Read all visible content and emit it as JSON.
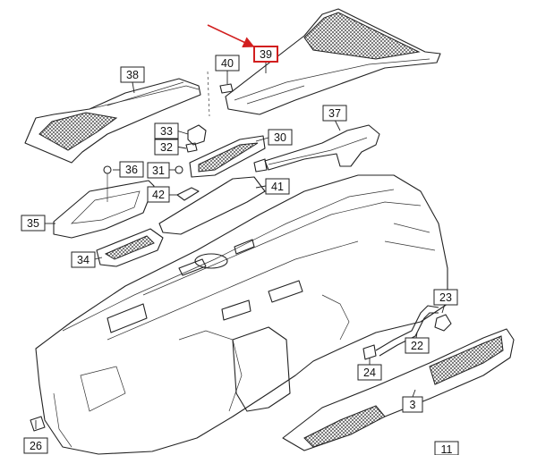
{
  "diagram": {
    "highlight_color": "#d21f1f",
    "callouts": [
      {
        "id": "39",
        "highlighted": true
      },
      {
        "id": "40"
      },
      {
        "id": "38"
      },
      {
        "id": "37"
      },
      {
        "id": "33"
      },
      {
        "id": "30"
      },
      {
        "id": "32"
      },
      {
        "id": "36"
      },
      {
        "id": "31"
      },
      {
        "id": "42"
      },
      {
        "id": "41"
      },
      {
        "id": "35"
      },
      {
        "id": "34"
      },
      {
        "id": "23"
      },
      {
        "id": "22"
      },
      {
        "id": "24"
      },
      {
        "id": "3"
      },
      {
        "id": "26"
      },
      {
        "id": "11"
      }
    ]
  }
}
